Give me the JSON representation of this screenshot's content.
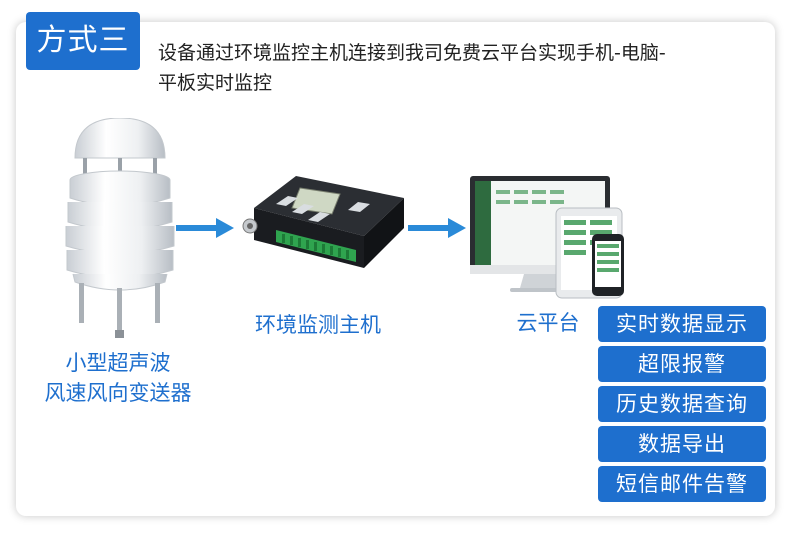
{
  "header": {
    "tag": "方式三",
    "line1": "设备通过环境监控主机连接到我司免费云平台实现手机-电脑-",
    "line2": "平板实时监控"
  },
  "sensor": {
    "label_line1": "小型超声波",
    "label_line2": "风速风向变送器"
  },
  "host": {
    "label": "环境监测主机"
  },
  "cloud": {
    "label": "云平台",
    "features": [
      "实时数据显示",
      "超限报警",
      "历史数据查询",
      "数据导出",
      "短信邮件告警"
    ]
  },
  "colors": {
    "accent": "#1e6fce",
    "arrow": "#2a8ad8",
    "terminal_green": "#2fa44f"
  }
}
